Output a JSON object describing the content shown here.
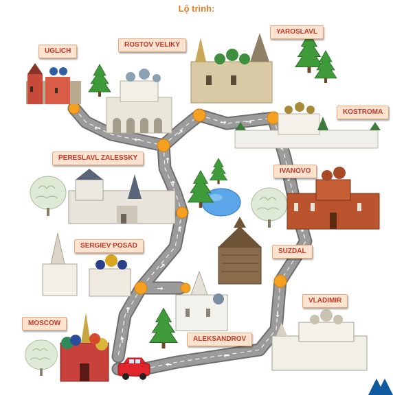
{
  "title": "Lộ trình:",
  "colors": {
    "title": "#e07b22",
    "label_text": "#c0392b",
    "label_bg": "#fbe3cf",
    "road": "#9b9b9b",
    "road_edge": "#6e6e6e",
    "junction": "#f5a020",
    "car": "#e0262b",
    "tree": "#3f9a3a",
    "lake": "#5aa6e8"
  },
  "cities": [
    {
      "id": "uglich",
      "label": "UGLICH"
    },
    {
      "id": "rostov",
      "label": "ROSTOV VELIKY"
    },
    {
      "id": "yaroslavl",
      "label": "YAROSLAVL"
    },
    {
      "id": "kostroma",
      "label": "KOSTROMA"
    },
    {
      "id": "pereslavl",
      "label": "PERESLAVL ZALESSKY"
    },
    {
      "id": "ivanovo",
      "label": "IVANOVO"
    },
    {
      "id": "sergiev",
      "label": "SERGIEV POSAD"
    },
    {
      "id": "suzdal",
      "label": "SUZDAL"
    },
    {
      "id": "vladimir",
      "label": "VLADIMIR"
    },
    {
      "id": "moscow",
      "label": "MOSCOW"
    },
    {
      "id": "aleksandrov",
      "label": "ALEKSANDROV"
    }
  ],
  "icons": [
    "car-icon",
    "church-icon",
    "kremlin-icon",
    "tree-icon",
    "lake-icon",
    "logo-icon",
    "road-arrow-icon"
  ]
}
